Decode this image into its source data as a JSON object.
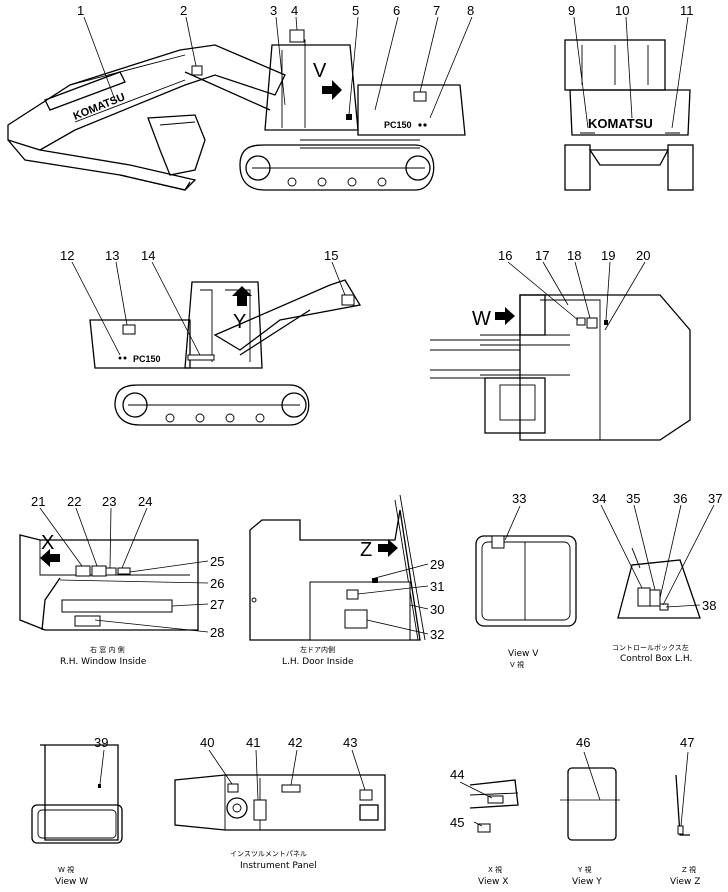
{
  "brand": {
    "boom_text": "KOMATSU",
    "rear_text": "KOMATSU",
    "model_right": "PC150",
    "model_left": "PC150"
  },
  "view_arrows": {
    "v": "V",
    "y": "Y",
    "w": "W",
    "x": "X",
    "z": "Z"
  },
  "callouts": [
    "1",
    "2",
    "3",
    "4",
    "5",
    "6",
    "7",
    "8",
    "9",
    "10",
    "11",
    "12",
    "13",
    "14",
    "15",
    "16",
    "17",
    "18",
    "19",
    "20",
    "21",
    "22",
    "23",
    "24",
    "25",
    "26",
    "27",
    "28",
    "29",
    "30",
    "31",
    "32",
    "33",
    "34",
    "35",
    "36",
    "37",
    "38",
    "39",
    "40",
    "41",
    "42",
    "43",
    "44",
    "45",
    "46",
    "47"
  ],
  "captions": {
    "rh_window_jp": "右 窓 内 側",
    "rh_window": "R.H. Window  Inside",
    "lh_door_jp": "左ドア内側",
    "lh_door": "L.H. Door  Inside",
    "view_v": "View  V",
    "view_v_jp": "V   視",
    "control_box_jp": "コントロールボックス左",
    "control_box": "Control  Box  L.H.",
    "view_w_jp": "W   視",
    "view_w": "View W",
    "panel_jp": "インスツルメントパネル",
    "panel": "Instrument  Panel",
    "view_x_jp": "X   視",
    "view_x": "View  X",
    "view_y_jp": "Y   視",
    "view_y": "View  Y",
    "view_z_jp": "Z   視",
    "view_z": "View  Z"
  }
}
